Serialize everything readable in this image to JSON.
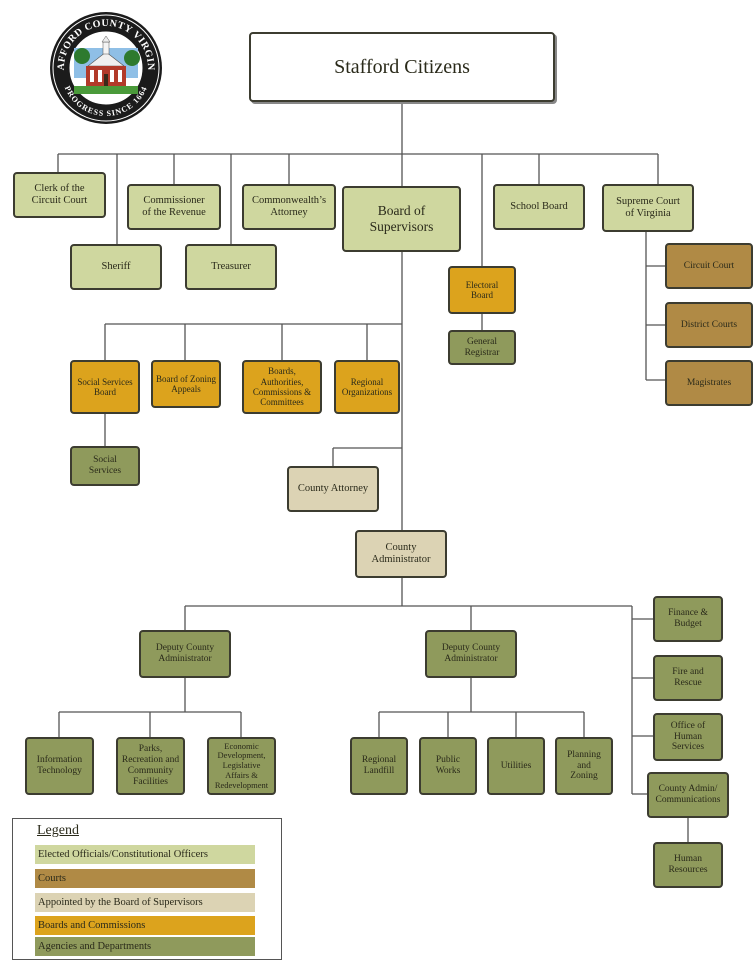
{
  "seal": {
    "ring_top_text": "STAFFORD COUNTY VIRGINIA",
    "ring_bottom_text": "PROGRESS SINCE 1664"
  },
  "colors": {
    "elected": "#cfd79f",
    "courts": "#b08a45",
    "appointed": "#dcd3b4",
    "boards": "#dca31d",
    "agencies": "#8f9a5c",
    "lines": "#555555"
  },
  "nodes": {
    "stafford_citizens": "Stafford Citizens",
    "clerk_circuit_court": "Clerk of the\nCircuit Court",
    "commissioner_revenue": "Commissioner\nof the Revenue",
    "commonwealth_attorney": "Commonwealth’s\nAttorney",
    "board_of_supervisors": "Board of\nSupervisors",
    "school_board": "School Board",
    "supreme_court": "Supreme Court\nof Virginia",
    "sheriff": "Sheriff",
    "treasurer": "Treasurer",
    "electoral_board": "Electoral\nBoard",
    "general_registrar": "General\nRegistrar",
    "circuit_court": "Circuit Court",
    "district_courts": "District    Courts",
    "magistrates": "Magistrates",
    "social_services_board": "Social Services\nBoard",
    "board_zoning_appeals": "Board of Zoning\nAppeals",
    "boards_authorities": "Boards,\nAuthorities,\nCommissions &\nCommittees",
    "regional_organizations": "Regional\nOrganizations",
    "social_services": "Social\nServices",
    "county_attorney": "County Attorney",
    "county_administrator": "County\nAdministrator",
    "deputy_left": "Deputy County\nAdministrator",
    "deputy_right": "Deputy County\nAdministrator",
    "information_technology": "Information\nTechnology",
    "parks_recreation": "Parks,\nRecreation and\nCommunity\nFacilities",
    "economic_development": "Economic\nDevelopment,\nLegislative\nAffairs &\nRedevelopment",
    "regional_landfill": "Regional\nLandfill",
    "public_works": "Public\nWorks",
    "utilities": "Utilities",
    "planning_zoning": "Planning and\nZoning",
    "finance_budget": "Finance &\nBudget",
    "fire_rescue": "Fire and\nRescue",
    "human_services": "Office of\nHuman\nServices",
    "county_admin_comm": "County Admin/\nCommunications",
    "human_resources": "Human\nResources"
  },
  "legend": {
    "title": "Legend",
    "items": [
      {
        "label": "Elected Officials/Constitutional Officers",
        "category": "elected"
      },
      {
        "label": "Courts",
        "category": "courts"
      },
      {
        "label": "Appointed by the  Board of Supervisors",
        "category": "appointed"
      },
      {
        "label": "Boards and Commissions",
        "category": "boards"
      },
      {
        "label": "Agencies and Departments",
        "category": "agencies"
      }
    ]
  }
}
